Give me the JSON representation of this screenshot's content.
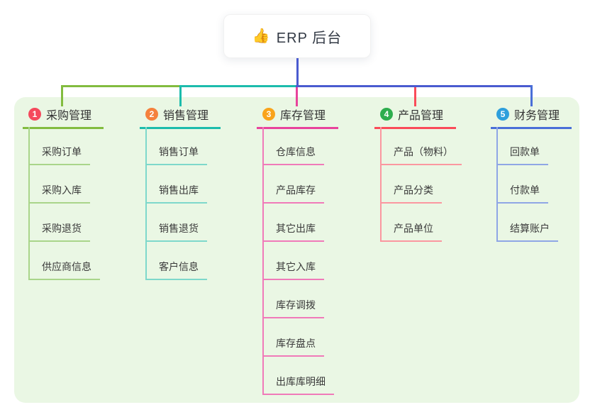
{
  "page": {
    "background_color": "#ffffff",
    "panel_color": "#EAF7E4"
  },
  "root": {
    "icon": "👍",
    "icon_name": "thumbs-up-icon",
    "title": "ERP 后台",
    "line_color": "#4A5BD0"
  },
  "branches": [
    {
      "number": "1",
      "label": "采购管理",
      "badge_color": "#F5495C",
      "line_color": "#82BC3F",
      "child_line_color": "#A9D58A",
      "children": [
        "采购订单",
        "采购入库",
        "采购退货",
        "供应商信息"
      ]
    },
    {
      "number": "2",
      "label": "销售管理",
      "badge_color": "#F5813D",
      "line_color": "#1CBCAC",
      "child_line_color": "#7ED8CB",
      "children": [
        "销售订单",
        "销售出库",
        "销售退货",
        "客户信息"
      ]
    },
    {
      "number": "3",
      "label": "库存管理",
      "badge_color": "#F9A31B",
      "line_color": "#E8439C",
      "child_line_color": "#F07AB9",
      "children": [
        "仓库信息",
        "产品库存",
        "其它出库",
        "其它入库",
        "库存调拨",
        "库存盘点",
        "出库库明细"
      ]
    },
    {
      "number": "4",
      "label": "产品管理",
      "badge_color": "#2EAD4E",
      "line_color": "#FA4B59",
      "child_line_color": "#FB97A0",
      "children": [
        "产品（物料）",
        "产品分类",
        "产品单位"
      ]
    },
    {
      "number": "5",
      "label": "财务管理",
      "badge_color": "#2E9FDC",
      "line_color": "#4A6FD8",
      "child_line_color": "#8FA6E5",
      "children": [
        "回款单",
        "付款单",
        "结算账户"
      ]
    }
  ]
}
